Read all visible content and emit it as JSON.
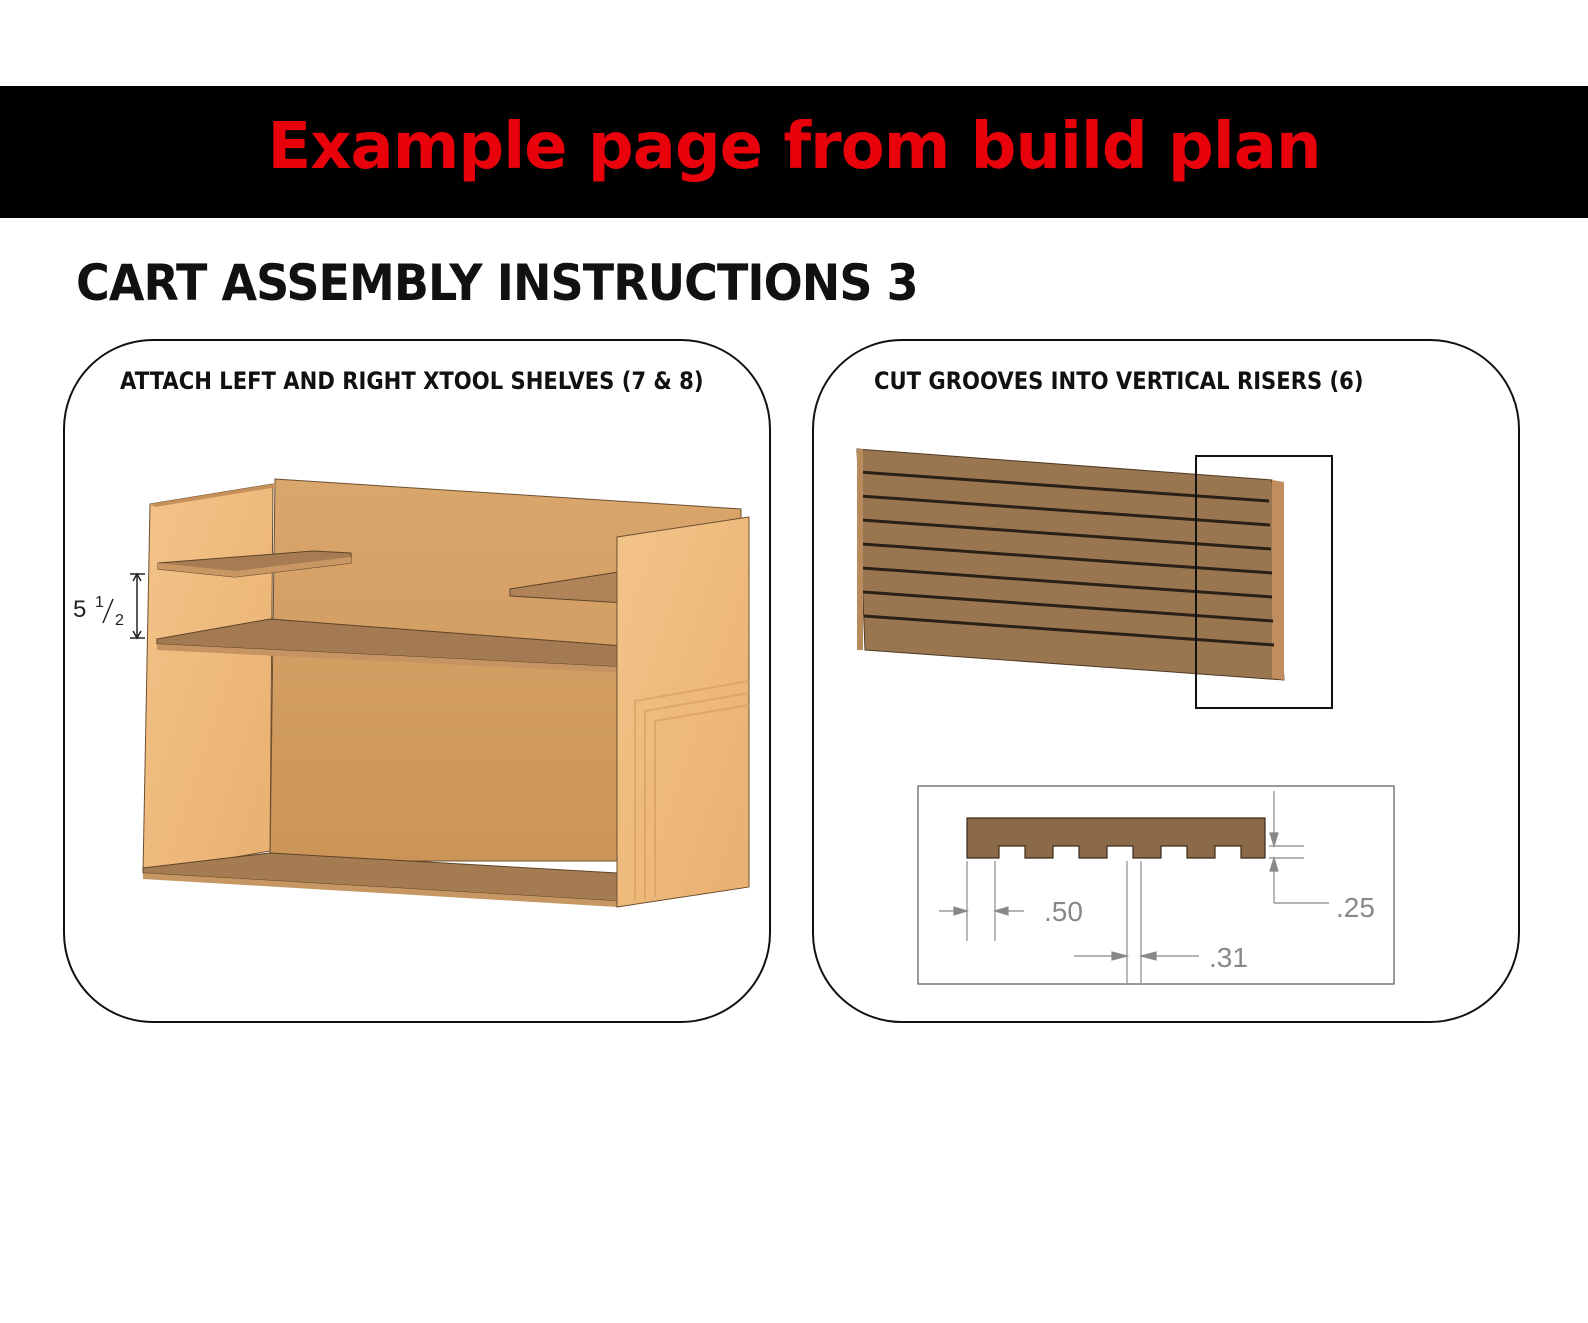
{
  "banner": {
    "text": "Example page from build plan",
    "text_color": "#e8000b",
    "background": "#000000"
  },
  "page_title": "CART ASSEMBLY INSTRUCTIONS 3",
  "left_panel": {
    "heading": "ATTACH LEFT AND RIGHT XTOOL SHELVES (7 & 8)",
    "dimension": {
      "whole": "5",
      "numerator": "1",
      "denominator": "2"
    }
  },
  "right_panel": {
    "heading": "CUT GROOVES INTO VERTICAL RISERS (6)",
    "dimensions": {
      "pitch": ".50",
      "groove_width": ".31",
      "groove_depth": ".25"
    }
  },
  "colors": {
    "light_wood": "#f0bd80",
    "mid_wood": "#cf9a60",
    "dark_wood": "#8a6a48"
  }
}
